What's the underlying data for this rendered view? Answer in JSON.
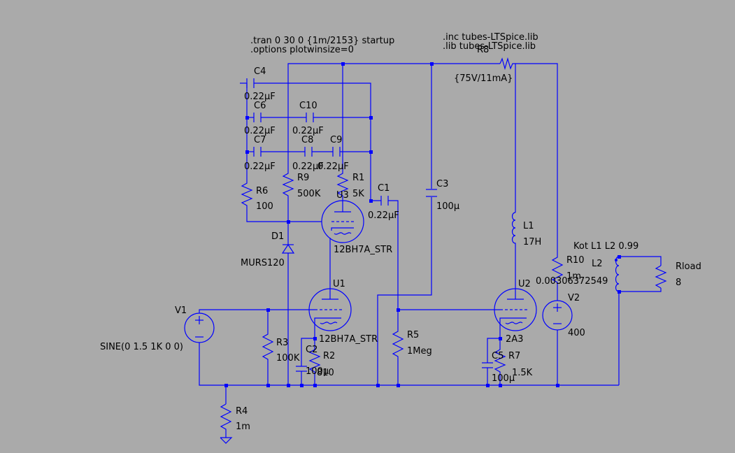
{
  "directives": {
    "tran": ".tran 0 30 0 {1m/2153} startup",
    "options": ".options plotwinsize=0",
    "inc": ".inc tubes-LTSpice.lib",
    "lib": ".lib tubes-LTSpice.lib",
    "coupling": "Kot L1 L2 0.99"
  },
  "components": {
    "C4": {
      "name": "C4",
      "value": "0.22µF"
    },
    "C6": {
      "name": "C6",
      "value": "0.22µF"
    },
    "C7": {
      "name": "C7",
      "value": "0.22µF"
    },
    "C10": {
      "name": "C10",
      "value": "0.22µF"
    },
    "C8": {
      "name": "C8",
      "value": "0.22µF"
    },
    "C9": {
      "name": "C9",
      "value": "0.22µF"
    },
    "C1": {
      "name": "C1",
      "value": "0.22µF"
    },
    "C3": {
      "name": "C3",
      "value": "100µ"
    },
    "C2": {
      "name": "C2",
      "value": "100µ"
    },
    "C5": {
      "name": "C5",
      "value": "100µ"
    },
    "R8": {
      "name": "R8",
      "value": "{75V/11mA}"
    },
    "R6": {
      "name": "R6",
      "value": "100"
    },
    "R9": {
      "name": "R9",
      "value": "500K"
    },
    "R1": {
      "name": "R1",
      "value": "5K"
    },
    "R3": {
      "name": "R3",
      "value": "100K"
    },
    "R2": {
      "name": "R2",
      "value": "810"
    },
    "R5": {
      "name": "R5",
      "value": "1Meg"
    },
    "R4": {
      "name": "R4",
      "value": "1m"
    },
    "R7": {
      "name": "R7",
      "value": "1.5K"
    },
    "R10": {
      "name": "R10",
      "value": "1m"
    },
    "Rload": {
      "name": "Rload",
      "value": "8"
    },
    "L1": {
      "name": "L1",
      "value": "17H"
    },
    "L2": {
      "name": "L2",
      "value": "0.00306372549"
    },
    "D1": {
      "name": "D1",
      "value": "MURS120"
    },
    "U3": {
      "name": "U3",
      "value": "12BH7A_STR"
    },
    "U1": {
      "name": "U1",
      "value": "12BH7A_STR"
    },
    "U2": {
      "name": "U2",
      "value": "2A3"
    },
    "V1": {
      "name": "V1",
      "value": "SINE(0 1.5 1K 0 0)"
    },
    "V2": {
      "name": "V2",
      "value": "400"
    }
  },
  "colors": {
    "wire": "#0000ff",
    "background": "#aaaaaa",
    "text": "#000000"
  }
}
